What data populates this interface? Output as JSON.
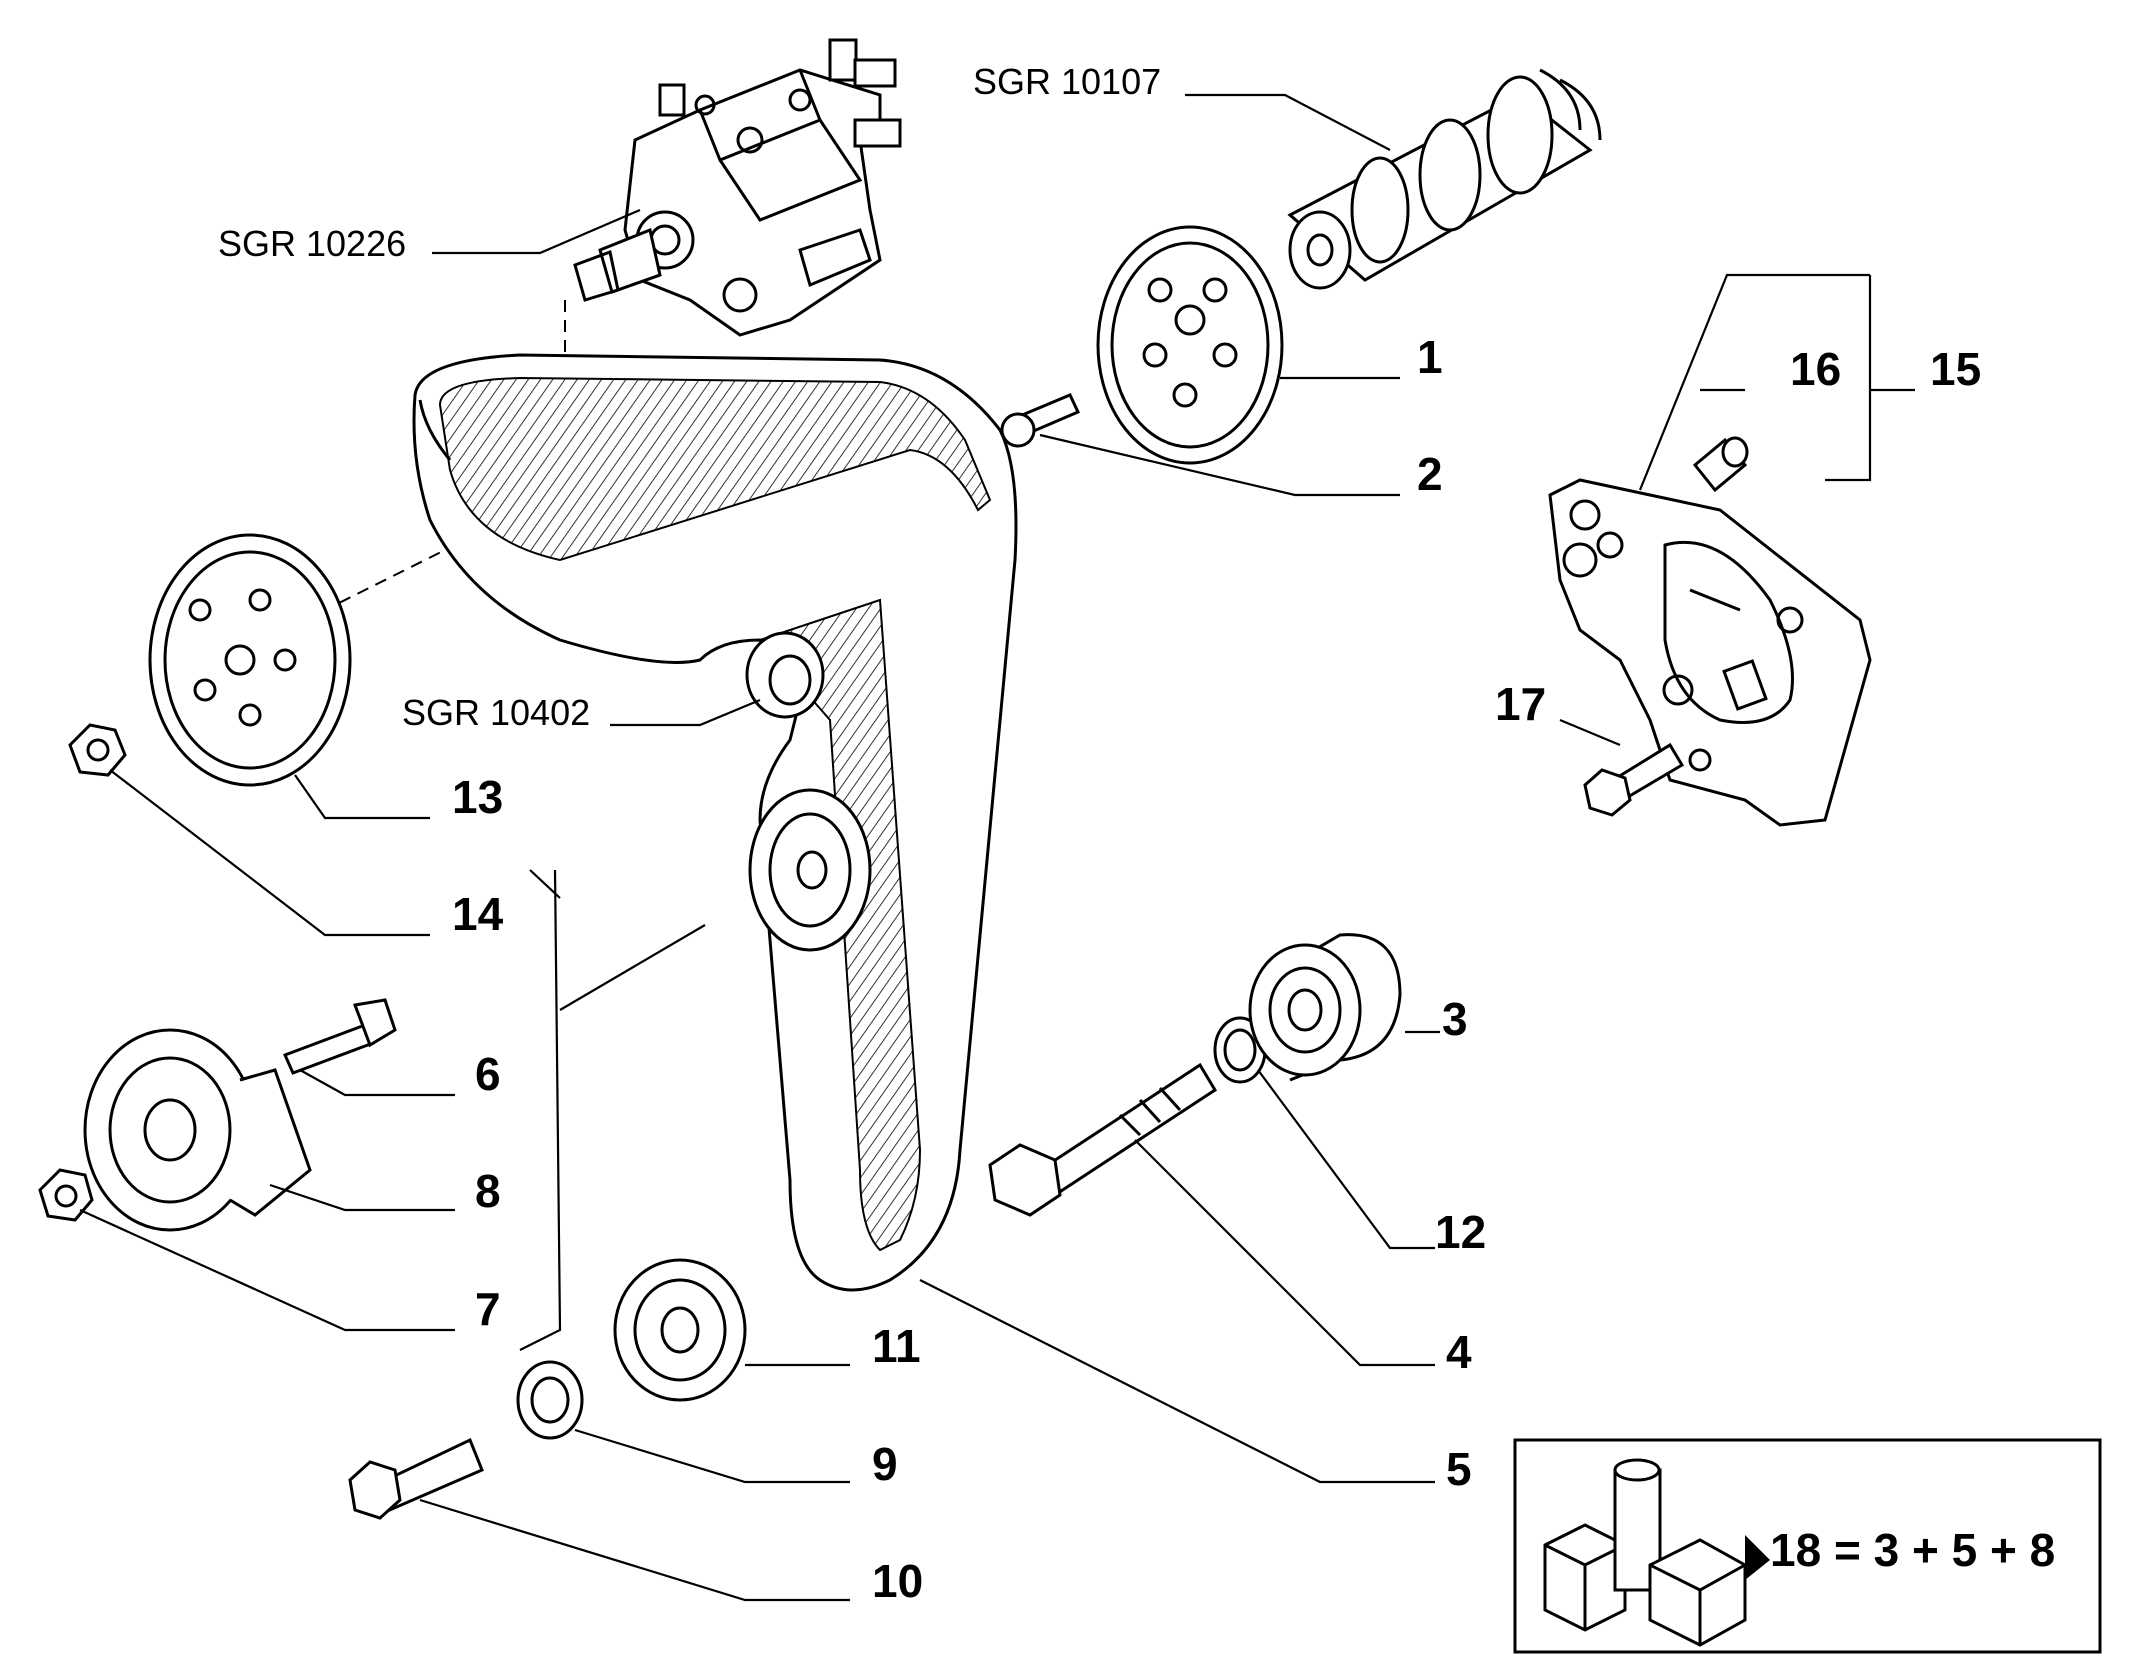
{
  "references": {
    "pump": "SGR 10226",
    "camshaft": "SGR 10107",
    "idler": "SGR 10402"
  },
  "part_numbers": {
    "p1": "1",
    "p2": "2",
    "p3": "3",
    "p4": "4",
    "p5": "5",
    "p6": "6",
    "p7": "7",
    "p8": "8",
    "p9": "9",
    "p10": "10",
    "p11": "11",
    "p12": "12",
    "p13": "13",
    "p14": "14",
    "p15": "15",
    "p16": "16",
    "p17": "17"
  },
  "kit_box": {
    "formula": "18 = 3 + 5 + 8",
    "icon": "fiat-kit-icon"
  }
}
